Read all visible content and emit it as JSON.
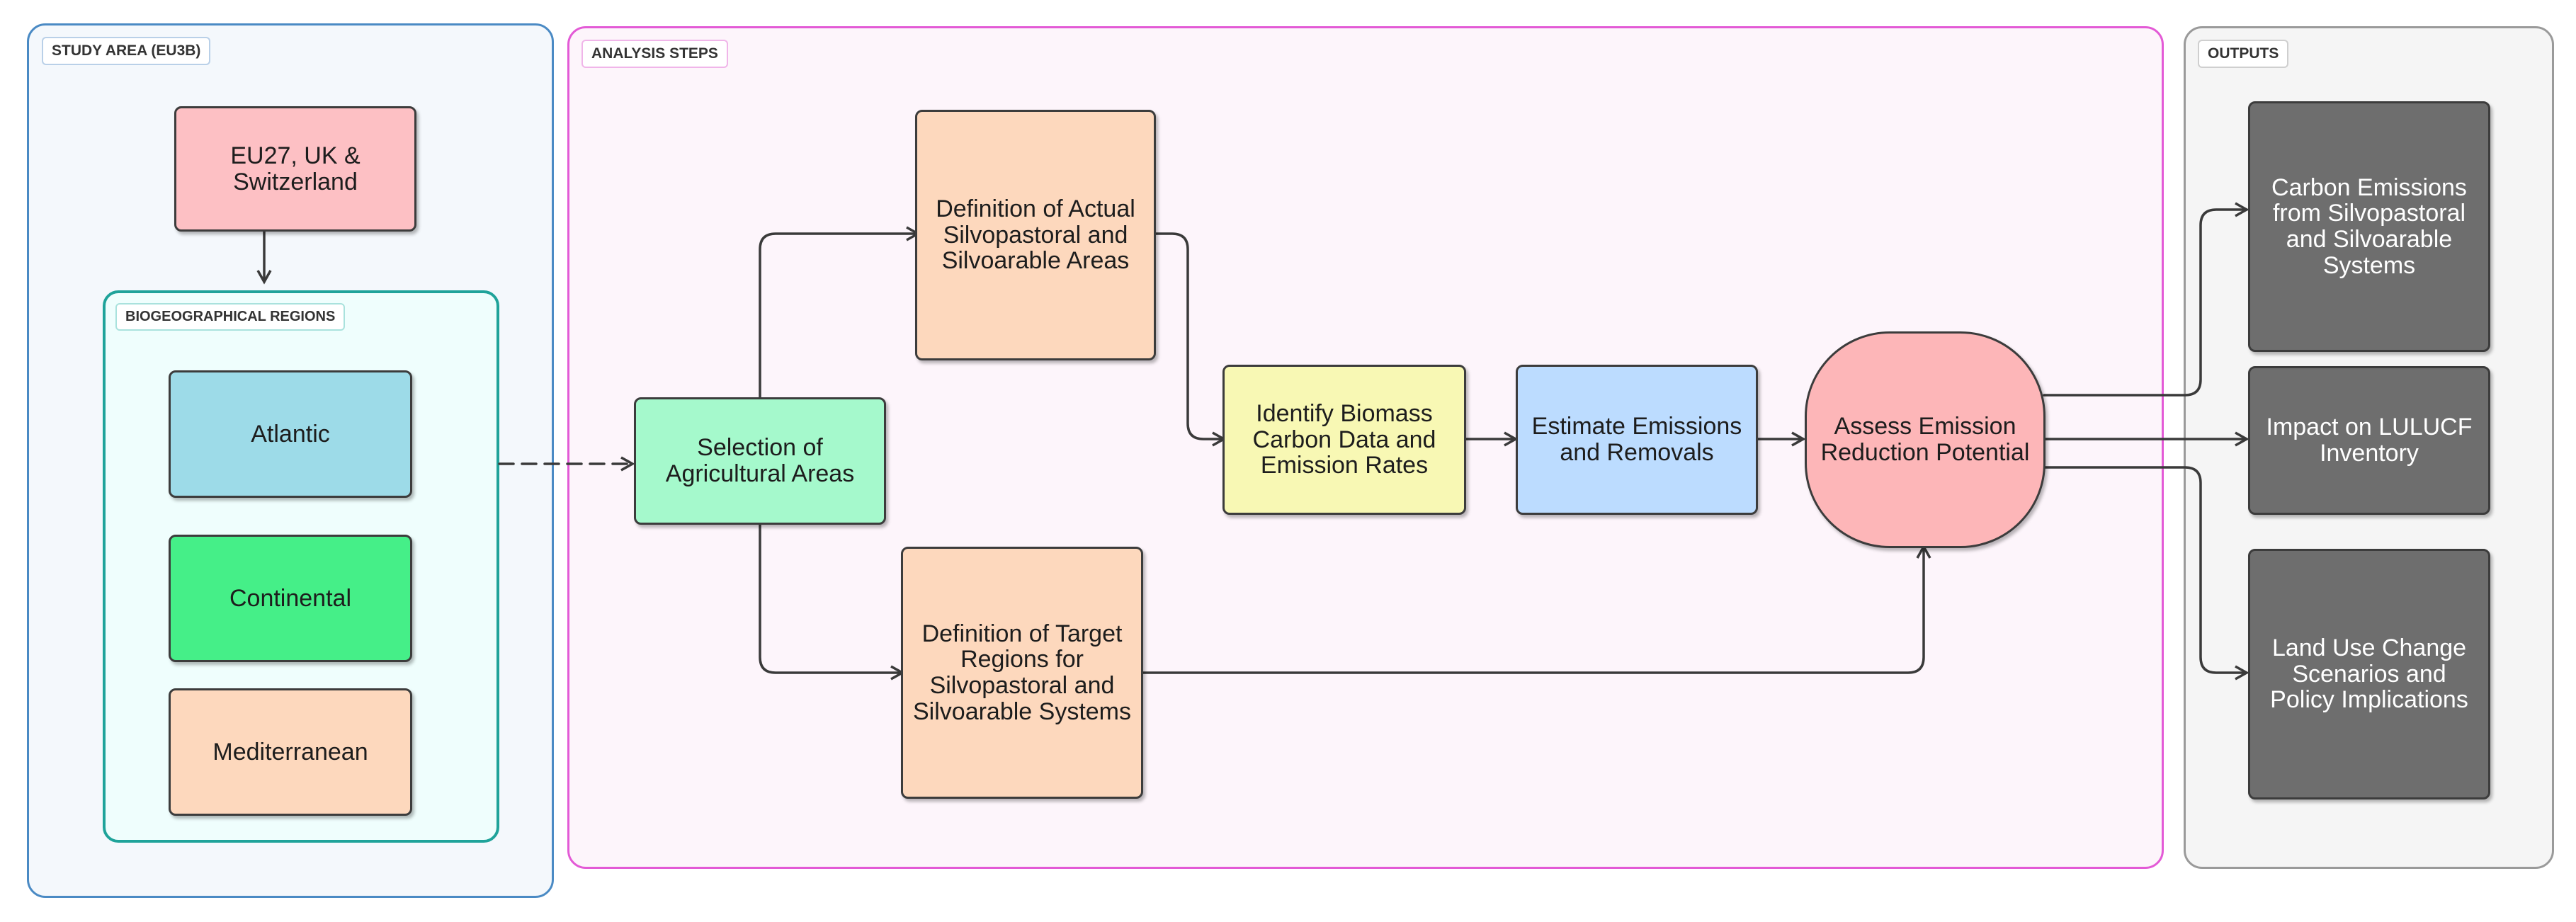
{
  "groups": {
    "study_area": "STUDY AREA (EU3B)",
    "bio_regions": "BIOGEOGRAPHICAL REGIONS",
    "analysis_steps": "ANALYSIS STEPS",
    "outputs": "OUTPUTS"
  },
  "nodes": {
    "eu27": "EU27, UK & Switzerland",
    "atlantic": "Atlantic",
    "continental": "Continental",
    "mediterranean": "Mediterranean",
    "selection": "Selection of Agricultural Areas",
    "def_actual": "Definition of Actual Silvopastoral and Silvoarable Areas",
    "def_target": "Definition of Target Regions for Silvopastoral and Silvoarable Systems",
    "identify": "Identify Biomass Carbon Data and Emission Rates",
    "estimate": "Estimate Emissions and Removals",
    "assess": "Assess Emission Reduction Potential",
    "out_carbon": "Carbon Emissions from Silvopastoral and Silvoarable Systems",
    "out_lulucf": "Impact on LULUCF Inventory",
    "out_landuse": "Land Use Change Scenarios and Policy Implications"
  },
  "colors": {
    "study_area_border": "#4a8ac4",
    "study_area_fill": "#f4f8fc",
    "bio_border": "#1fa39a",
    "bio_fill": "#effefd",
    "analysis_border": "#e35ad6",
    "analysis_fill": "#fdf5fb",
    "outputs_border": "#9a9a9a",
    "outputs_fill": "#f5f5f5",
    "pink": "#fdc0c4",
    "light_blue": "#9ddbe8",
    "green": "#45ef88",
    "peach": "#fdd8bd",
    "mint": "#a5f9cc",
    "yellow": "#f8f8b4",
    "sky": "#bcdcff",
    "salmon": "#fdb6b8",
    "dark_gray": "#6e6e6e"
  }
}
